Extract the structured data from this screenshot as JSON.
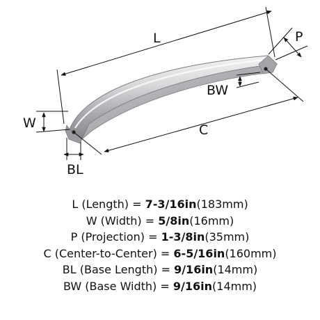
{
  "labels": {
    "L": "L",
    "P": "P",
    "BW": "BW",
    "W": "W",
    "C": "C",
    "BL": "BL"
  },
  "specs": [
    {
      "code": "L",
      "name": "(Length)",
      "eq": "=",
      "value": "7-3/16in",
      "metric": "(183mm)"
    },
    {
      "code": "W",
      "name": "(Width)",
      "eq": "=",
      "value": "5/8in",
      "metric": "(16mm)"
    },
    {
      "code": "P",
      "name": "(Projection)",
      "eq": "=",
      "value": "1-3/8in",
      "metric": "(35mm)"
    },
    {
      "code": "C",
      "name": "(Center-to-Center)",
      "eq": "=",
      "value": "6-5/16in",
      "metric": "(160mm)"
    },
    {
      "code": "BL",
      "name": "(Base Length)",
      "eq": "=",
      "value": "9/16in",
      "metric": "(14mm)"
    },
    {
      "code": "BW",
      "name": "(Base Width)",
      "eq": "=",
      "value": "9/16in",
      "metric": "(14mm)"
    }
  ],
  "colors": {
    "metal_light": "#e9e9eb",
    "metal_mid": "#b9b9bd",
    "metal_dark": "#8c8c91",
    "line": "#111111"
  }
}
